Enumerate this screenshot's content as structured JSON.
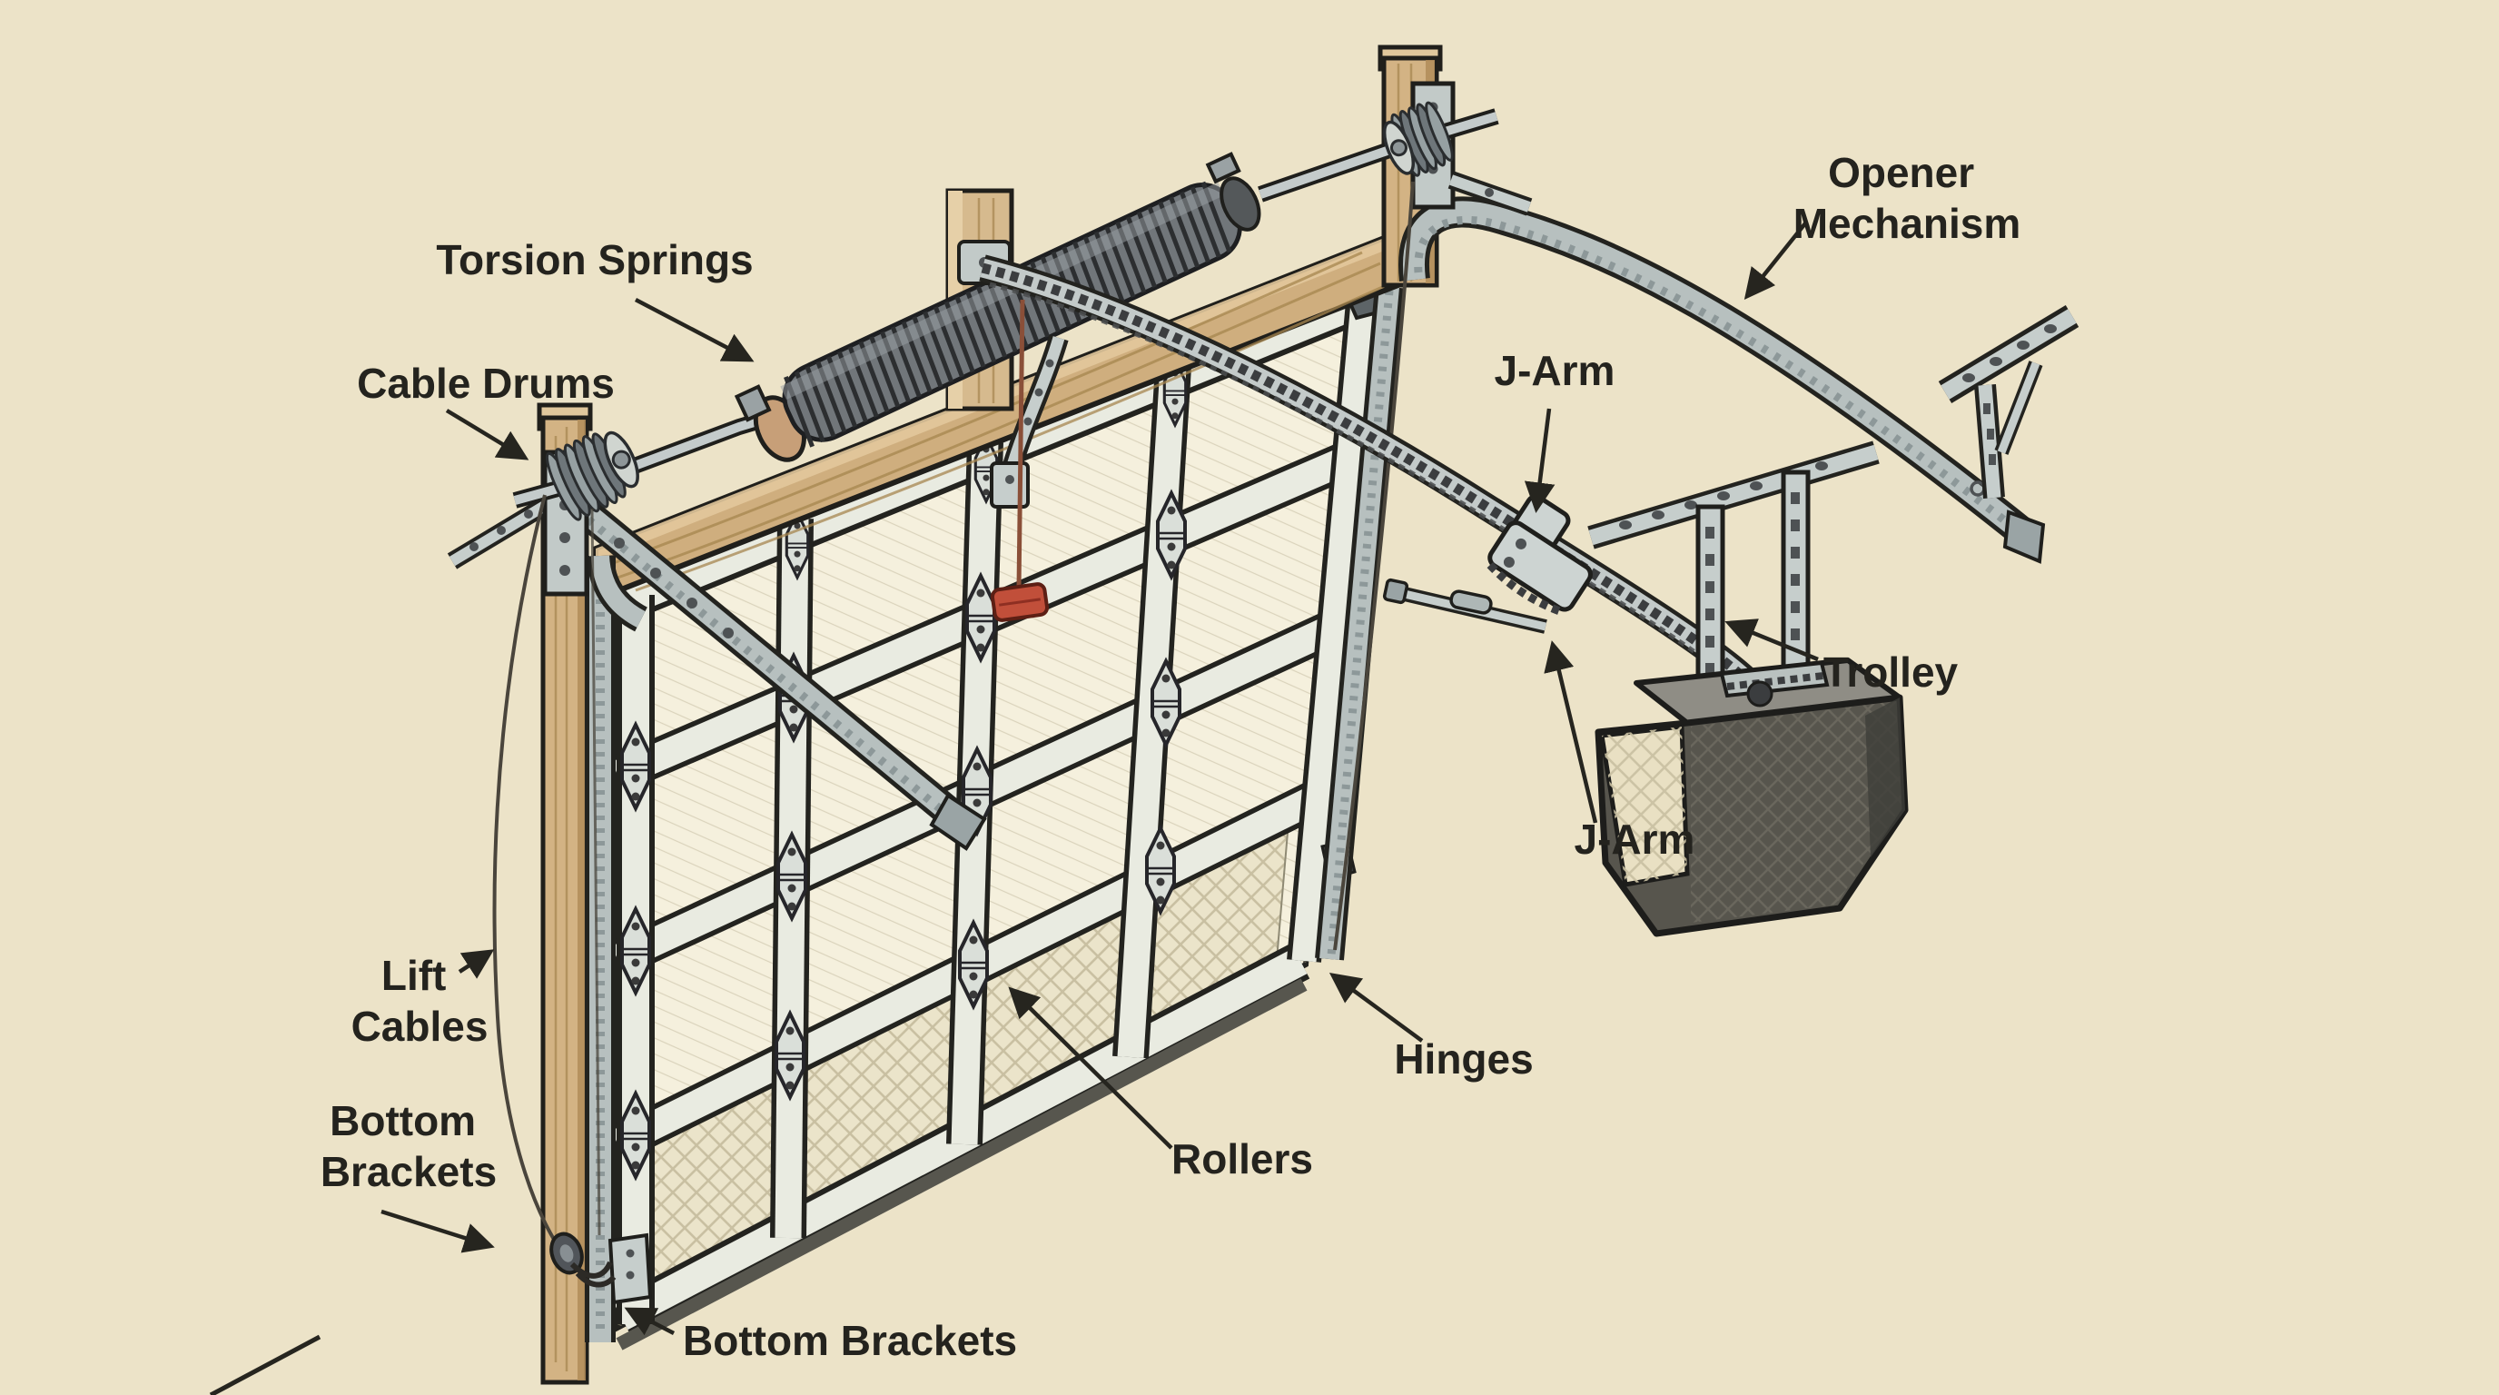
{
  "figure": {
    "type": "technical-illustration",
    "subject": "Garage door mechanism parts diagram"
  },
  "labels": {
    "torsion_springs": "Torsion Springs",
    "cable_drums": "Cable Drums",
    "opener_mechanism_line1": "Opener",
    "opener_mechanism_line2": "Mechanism",
    "j_arm_upper": "J-Arm",
    "trolley": "Trolley",
    "j_arm_lower": "J-Arm",
    "hinges": "Hinges",
    "rollers": "Rollers",
    "lift_cables_line1": "Lift",
    "lift_cables_line2": "Cables",
    "bottom_brackets_left_line1": "Bottom",
    "bottom_brackets_left_line2": "Brackets",
    "bottom_brackets_bottom": "Bottom Brackets"
  },
  "colors": {
    "background": "#ece3c8",
    "label_text": "#24231e",
    "wood": "#cfae7e",
    "wood_light": "#e2c89c",
    "wood_grain": "#a5854f",
    "steel_light": "#c6cecc",
    "steel_mid": "#b7c0bf",
    "steel_dark": "#85969a",
    "spring": "#71767a",
    "spring_coil": "#2c2e30",
    "door_face": "#f5f0dd",
    "door_rail": "#e9ebe1",
    "mesh_line": "#c9c0a2",
    "opener_body": "#57554d",
    "opener_top": "#8f8d85",
    "opener_lens": "#e9e0c3",
    "chain": "#3b3d3f",
    "release_cord": "#8a4f38",
    "release_handle": "#c14f3a",
    "outline": "#1f1f1c"
  }
}
